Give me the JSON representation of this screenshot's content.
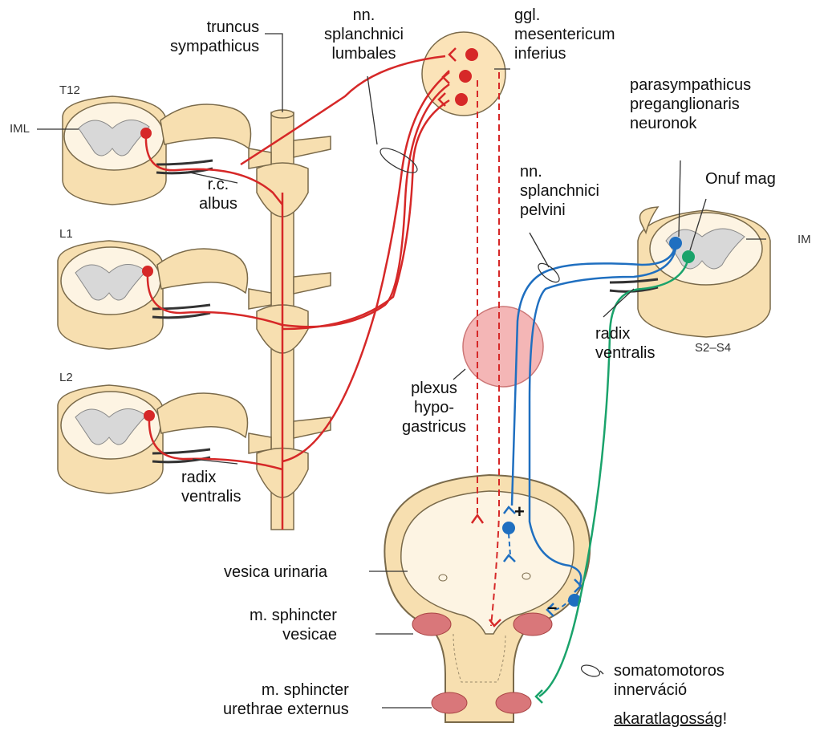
{
  "segments": {
    "t12": "T12",
    "l1": "L1",
    "l2": "L2",
    "iml_left": "IML",
    "iml_right": "IM",
    "s2s4": "S2–S4"
  },
  "labels": {
    "truncus": "truncus\nsympathicus",
    "splanchnici_lumbales": "nn.\nsplanchnici\nlumbales",
    "ggl": "ggl.\nmesentericum\ninferius",
    "parasympathicus": "parasympathicus\npreganglionaris\nneuronok",
    "onuf": "Onuf mag",
    "splanchnici_pelvini": "nn.\nsplanchnici\npelvini",
    "rc_albus": "r.c.\nalbus",
    "radix_ventralis_right": "radix\nventralis",
    "radix_ventralis_left": "radix\nventralis",
    "plexus": "plexus\nhypo-\ngastricus",
    "vesica": "vesica urinaria",
    "sphincter_vesicae": "m. sphincter\nvesicae",
    "sphincter_urethrae": "m. sphincter\nurethrae externus",
    "somatomotoros": "somatomotoros\ninnerváció",
    "akarat": "akaratlagosság",
    "exclam": "!",
    "plus": "+",
    "minus": "–"
  },
  "colors": {
    "sympathetic": "#d62828",
    "parasympathetic": "#1f6fc0",
    "somatic": "#1aa36b",
    "tissue": "#f7dfb0",
    "tissue_outline": "#7a6a4a",
    "grey_matter": "#d8d8d8",
    "plexus": "#f4b6b6",
    "ganglion": "#fbe3b8",
    "sphincter": "#d9777a"
  }
}
